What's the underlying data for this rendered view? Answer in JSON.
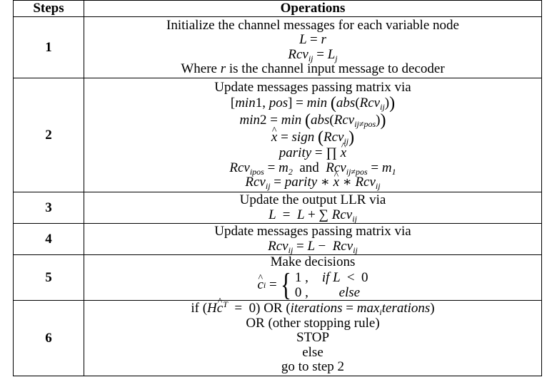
{
  "table": {
    "headers": {
      "steps": "Steps",
      "operations": "Operations"
    },
    "rows": [
      {
        "step": "1",
        "lines": [
          "Initialize the channel messages for each variable node",
          "L = r",
          "Rcv_ij = L_j",
          "Where r is the channel input message to decoder"
        ]
      },
      {
        "step": "2",
        "lines": [
          "Update messages passing matrix via",
          "[min1, pos] = min (abs(Rcv_ij))",
          "min2 = min (abs(Rcv_ij≠pos))",
          "x̂ = sign (Rcv_ij)",
          "parity = ∏ x̂",
          "Rcv_ipos = m_2 and Rcv_ij≠pos = m_1",
          "Rcv_ij = parity * x̂ * Rcv_ij"
        ]
      },
      {
        "step": "3",
        "lines": [
          "Update the output LLR via",
          "L = L + ∑ Rcv_ij"
        ]
      },
      {
        "step": "4",
        "lines": [
          "Update messages passing matrix via",
          "Rcv_ij = L − Rcv_ij"
        ]
      },
      {
        "step": "5",
        "lines": [
          "Make decisions",
          "ĉ_i = {1 , if L < 0 ; 0 , else"
        ]
      },
      {
        "step": "6",
        "lines": [
          "if (Hĉ^T = 0) OR (iterations = max_iterations)",
          "OR (other stopping rule)",
          "STOP",
          "else",
          "go to step 2"
        ]
      }
    ]
  }
}
